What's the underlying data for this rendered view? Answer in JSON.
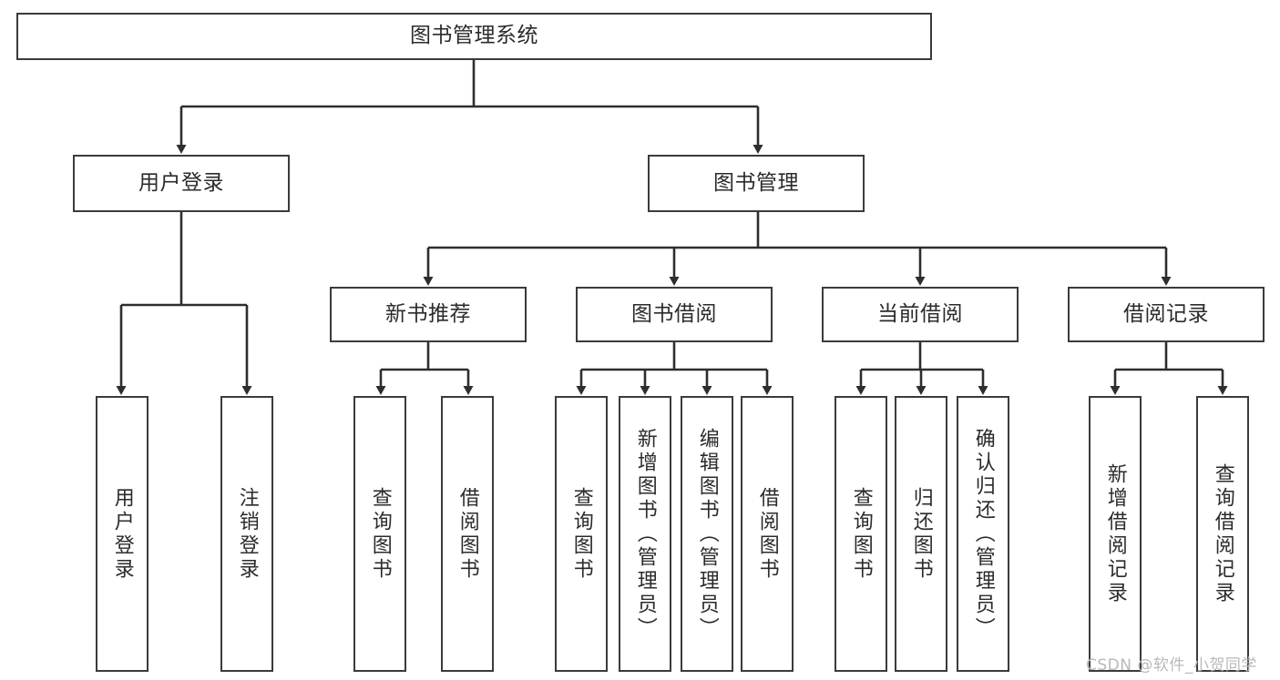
{
  "diagram": {
    "title": "图书管理系统",
    "type": "tree-hierarchy",
    "root": {
      "label": "图书管理系统"
    },
    "level2": [
      {
        "label": "用户登录"
      },
      {
        "label": "图书管理"
      }
    ],
    "level3": [
      {
        "label": "新书推荐"
      },
      {
        "label": "图书借阅"
      },
      {
        "label": "当前借阅"
      },
      {
        "label": "借阅记录"
      }
    ],
    "leaves": {
      "user_login": [
        {
          "label": "用户登录"
        },
        {
          "label": "注销登录"
        }
      ],
      "new_book_recommend": [
        {
          "label": "查询图书"
        },
        {
          "label": "借阅图书"
        }
      ],
      "book_borrow": [
        {
          "label": "查询图书"
        },
        {
          "label": "新增图书（管理员）"
        },
        {
          "label": "编辑图书（管理员）"
        },
        {
          "label": "借阅图书"
        }
      ],
      "current_borrow": [
        {
          "label": "查询图书"
        },
        {
          "label": "归还图书"
        },
        {
          "label": "确认归还（管理员）"
        }
      ],
      "borrow_record": [
        {
          "label": "新增借阅记录"
        },
        {
          "label": "查询借阅记录"
        }
      ]
    },
    "watermark": "CSDN @软件_小贺同学",
    "colors": {
      "stroke": "#3b3b3b",
      "text": "#2b2b2b",
      "background": "#ffffff",
      "watermark": "#b9b9b9"
    }
  }
}
